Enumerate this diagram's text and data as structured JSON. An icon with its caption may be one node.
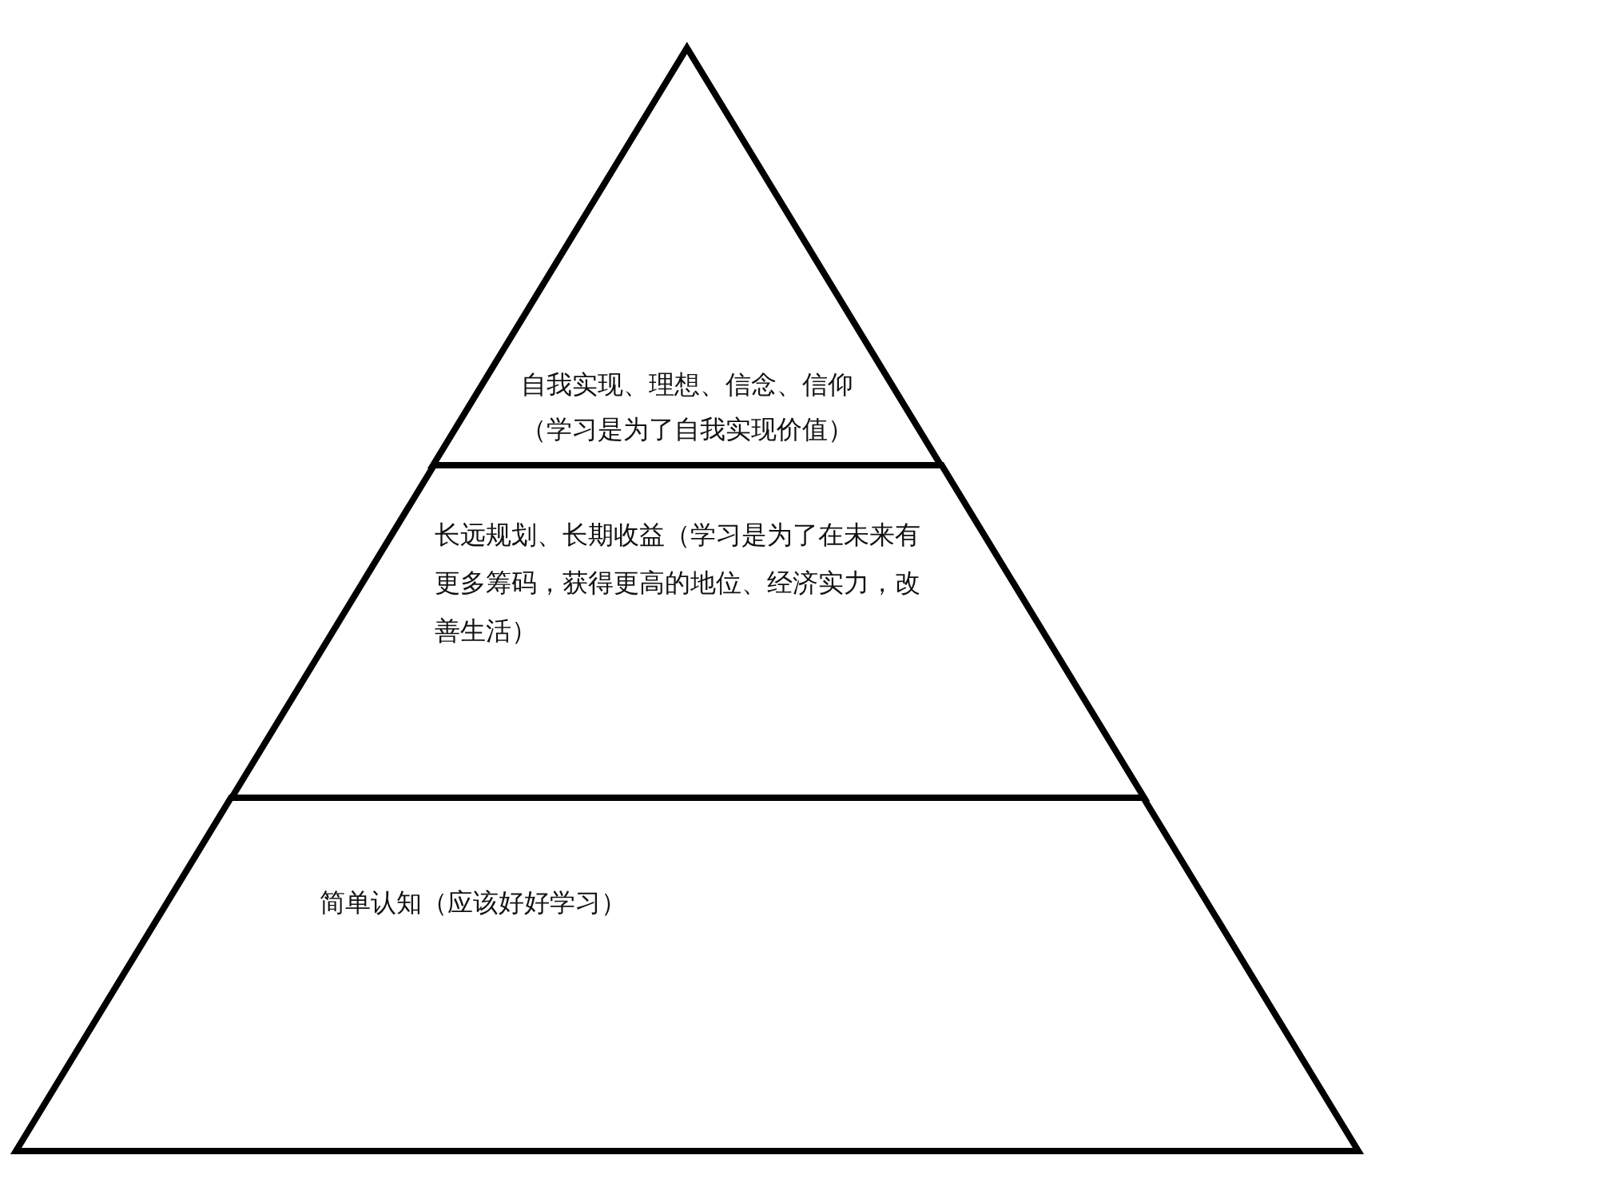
{
  "diagram": {
    "nodes": [
      {
        "text": [
          "自我实现、理想、信念、信仰",
          "（学习是为了自我实现价值）"
        ]
      },
      {
        "text": [
          "长远规划、长期收益（学习是为了在未来有更多筹码，获得更高的地位、经济实力，改善生活）"
        ]
      },
      {
        "text": [
          "简单认知（应该好好学习）"
        ]
      }
    ]
  }
}
